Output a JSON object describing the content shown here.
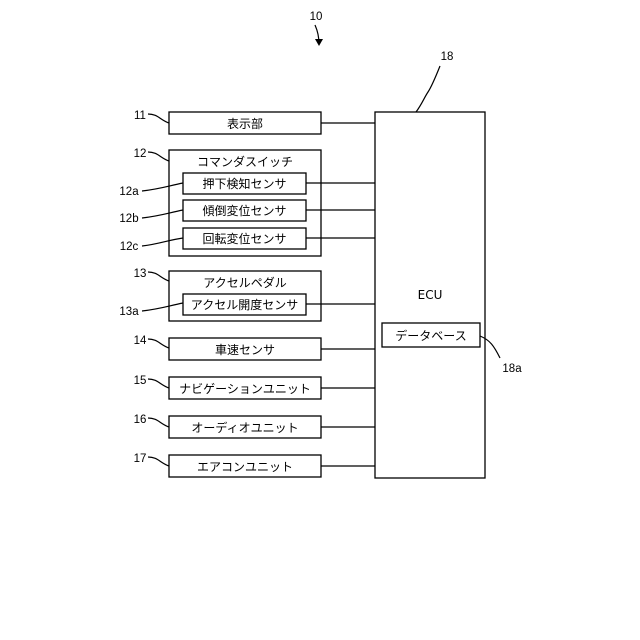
{
  "refs": {
    "system": "10",
    "ecu": "18",
    "display": "11",
    "command_switch": "12",
    "press_sensor": "12a",
    "tilt_sensor": "12b",
    "rotation_sensor": "12c",
    "accel_pedal": "13",
    "accel_sensor": "13a",
    "vehicle_speed": "14",
    "navigation": "15",
    "audio": "16",
    "aircon": "17",
    "database": "18a"
  },
  "labels": {
    "display": "表示部",
    "command_switch": "コマンダスイッチ",
    "press_sensor": "押下検知センサ",
    "tilt_sensor": "傾倒変位センサ",
    "rotation_sensor": "回転変位センサ",
    "accel_pedal": "アクセルペダル",
    "accel_sensor": "アクセル開度センサ",
    "vehicle_speed": "車速センサ",
    "navigation": "ナビゲーションユニット",
    "audio": "オーディオユニット",
    "aircon": "エアコンユニット",
    "ecu": "ECU",
    "database": "データベース"
  }
}
